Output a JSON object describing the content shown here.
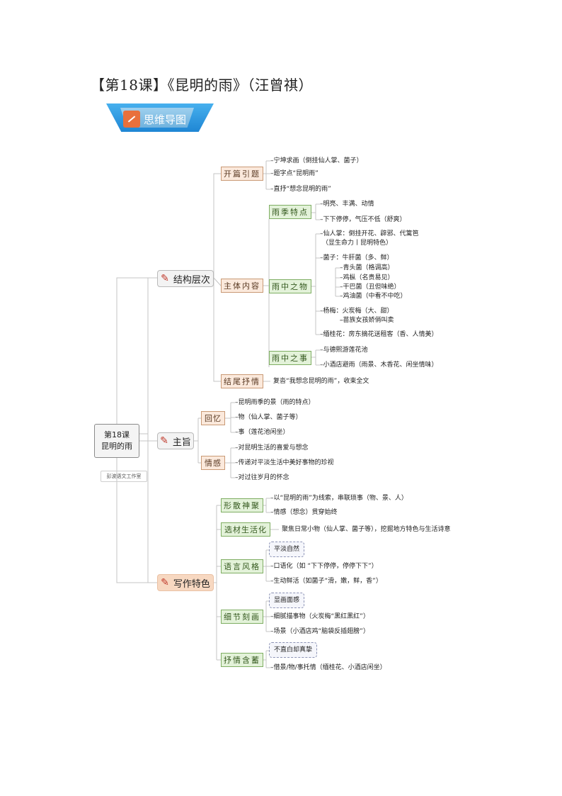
{
  "title": "【第18课】《昆明的雨》（汪曾祺）",
  "banner": {
    "label": "思维导图",
    "icon": "edit-icon"
  },
  "root": {
    "line1": "第18课",
    "line2": "昆明的雨"
  },
  "watermark": "彭波语文工作室",
  "structure": {
    "label": "结构层次",
    "opening": {
      "label": "开篇引题",
      "items": [
        "宁坤求画（倒挂仙人掌、菌子）",
        "题字点“昆明雨”",
        "直抒“想念昆明的雨”"
      ]
    },
    "body": {
      "label": "主体内容",
      "season": {
        "label": "雨季特点",
        "items": [
          "明亮、丰满、动情",
          "下下停停，气压不低（舒爽）"
        ]
      },
      "things": {
        "label": "雨中之物",
        "cactus": [
          "仙人掌：倒挂开花、辟邪、代篱笆",
          "（显生命力丨昆明特色）"
        ],
        "fungi": [
          "菌子：牛肝菌（多、鲜）",
          "青头菌（格调高）",
          "鸡枞（名贵易见）",
          "干巴菌（丑但味绝）",
          "鸡油菌（中看不中吃）"
        ],
        "bayberry": [
          "杨梅：火炭梅（大、甜）",
          "苗族女孩娇俏叫卖"
        ],
        "osmanthus": "缅桂花：房东摘花送租客（香、人情美）"
      },
      "events": {
        "label": "雨中之事",
        "items": [
          "与德熙游莲花池",
          "小酒店避雨（雨景、木香花、闲坐情味）"
        ]
      }
    },
    "ending": {
      "label": "结尾抒情",
      "text": "复沓“我想念昆明的雨”，收束全文"
    }
  },
  "theme": {
    "label": "主旨",
    "memory": {
      "label": "回忆",
      "items": [
        "昆明雨季的景（雨的特点）",
        "物（仙人掌、菌子等）",
        "事（莲花池闲坐）"
      ]
    },
    "emotion": {
      "label": "情感",
      "items": [
        "对昆明生活的喜爱与想念",
        "传递对平淡生活中美好事物的珍视",
        "对过往岁月的怀念"
      ]
    }
  },
  "writing": {
    "label": "写作特色",
    "form": {
      "label": "形散神聚",
      "items": [
        "以“昆明的雨”为线索，串联琐事（物、景、人）",
        "情感（想念）贯穿始终"
      ]
    },
    "material": {
      "label": "选材生活化",
      "text": "聚焦日常小物（仙人掌、菌子等），挖掘地方特色与生活诗意"
    },
    "language": {
      "label": "语言风格",
      "tag": "平淡自然",
      "items": [
        "口语化（如 “下下停停，停停下下”）",
        "生动鲜活（如菌子“滑，嫩，鲜，香”）"
      ]
    },
    "detail": {
      "label": "细节刻画",
      "tag": "显画面感",
      "items": [
        "细腻描事物（火炭梅“黑红黑红”）",
        "场景（小酒店鸡“脑袋反插翅膀”）"
      ]
    },
    "lyric": {
      "label": "抒情含蓄",
      "tag": "不直白却真挚",
      "items": [
        "借景/物/事托情（缅桂花、小酒店闲坐）"
      ]
    }
  }
}
